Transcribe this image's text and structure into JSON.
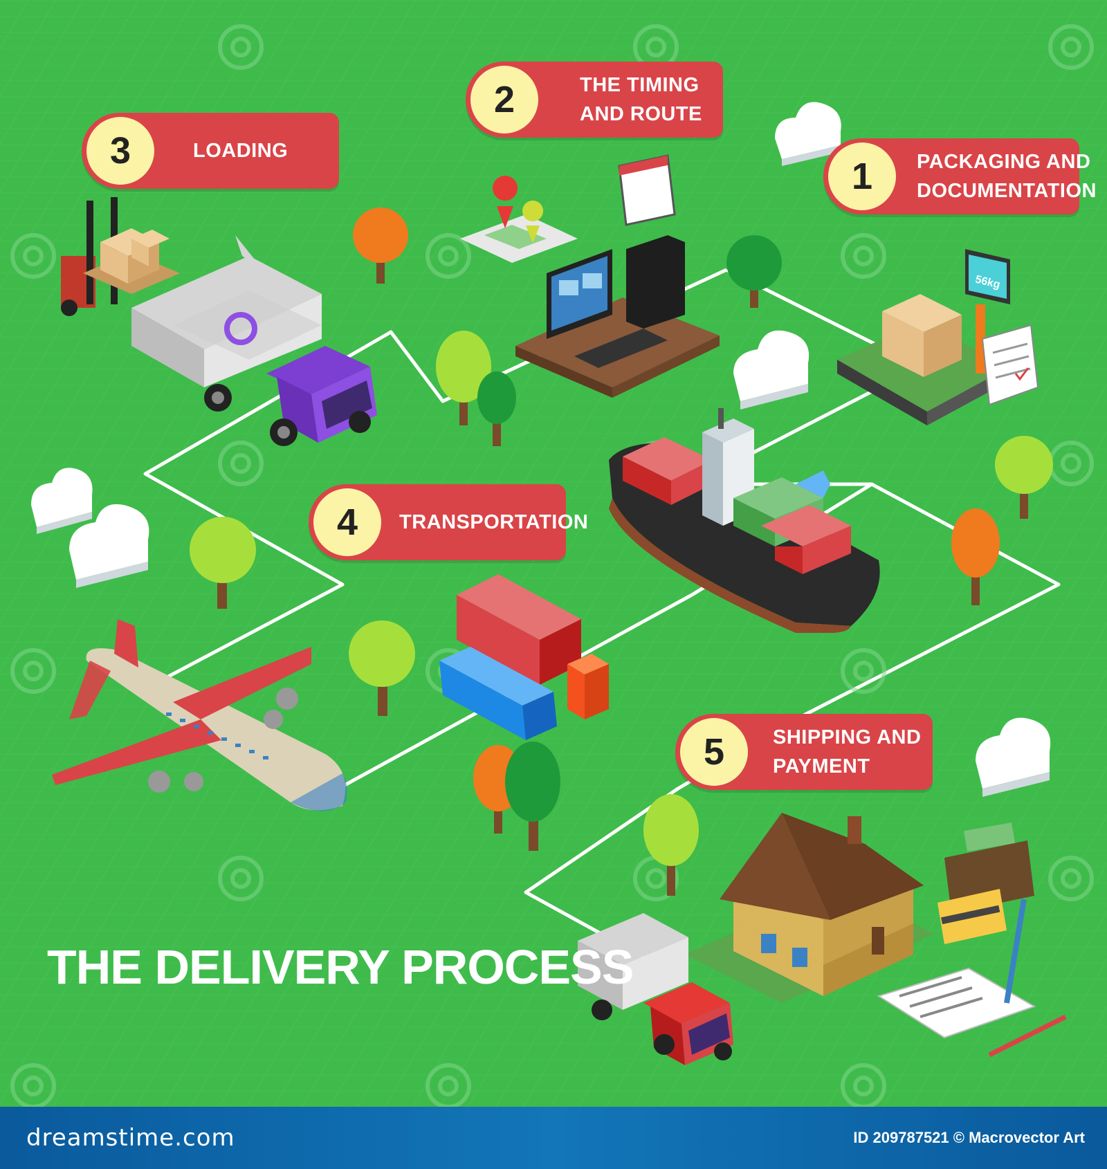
{
  "title": "THE DELIVERY PROCESS",
  "steps": [
    {
      "number": "1",
      "label": "PACKAGING AND\nDOCUMENTATION"
    },
    {
      "number": "2",
      "label": "THE TIMING\nAND ROUTE"
    },
    {
      "number": "3",
      "label": "LOADING"
    },
    {
      "number": "4",
      "label": "TRANSPORTATION"
    },
    {
      "number": "5",
      "label": "SHIPPING AND\nPAYMENT"
    }
  ],
  "illustration": {
    "scale_display": "56kg",
    "truck_logo": "truck-logo-icon",
    "watermark_icon": "spiral-watermark-icon"
  },
  "footer": {
    "brand": "dreamstime.com",
    "credit": "ID 209787521 © Macrovector Art"
  },
  "colors": {
    "background": "#3fbb4b",
    "badge": "#d94448",
    "badge_number": "#fbf3a6",
    "footer": "#1276b8",
    "path": "#ffffff"
  }
}
